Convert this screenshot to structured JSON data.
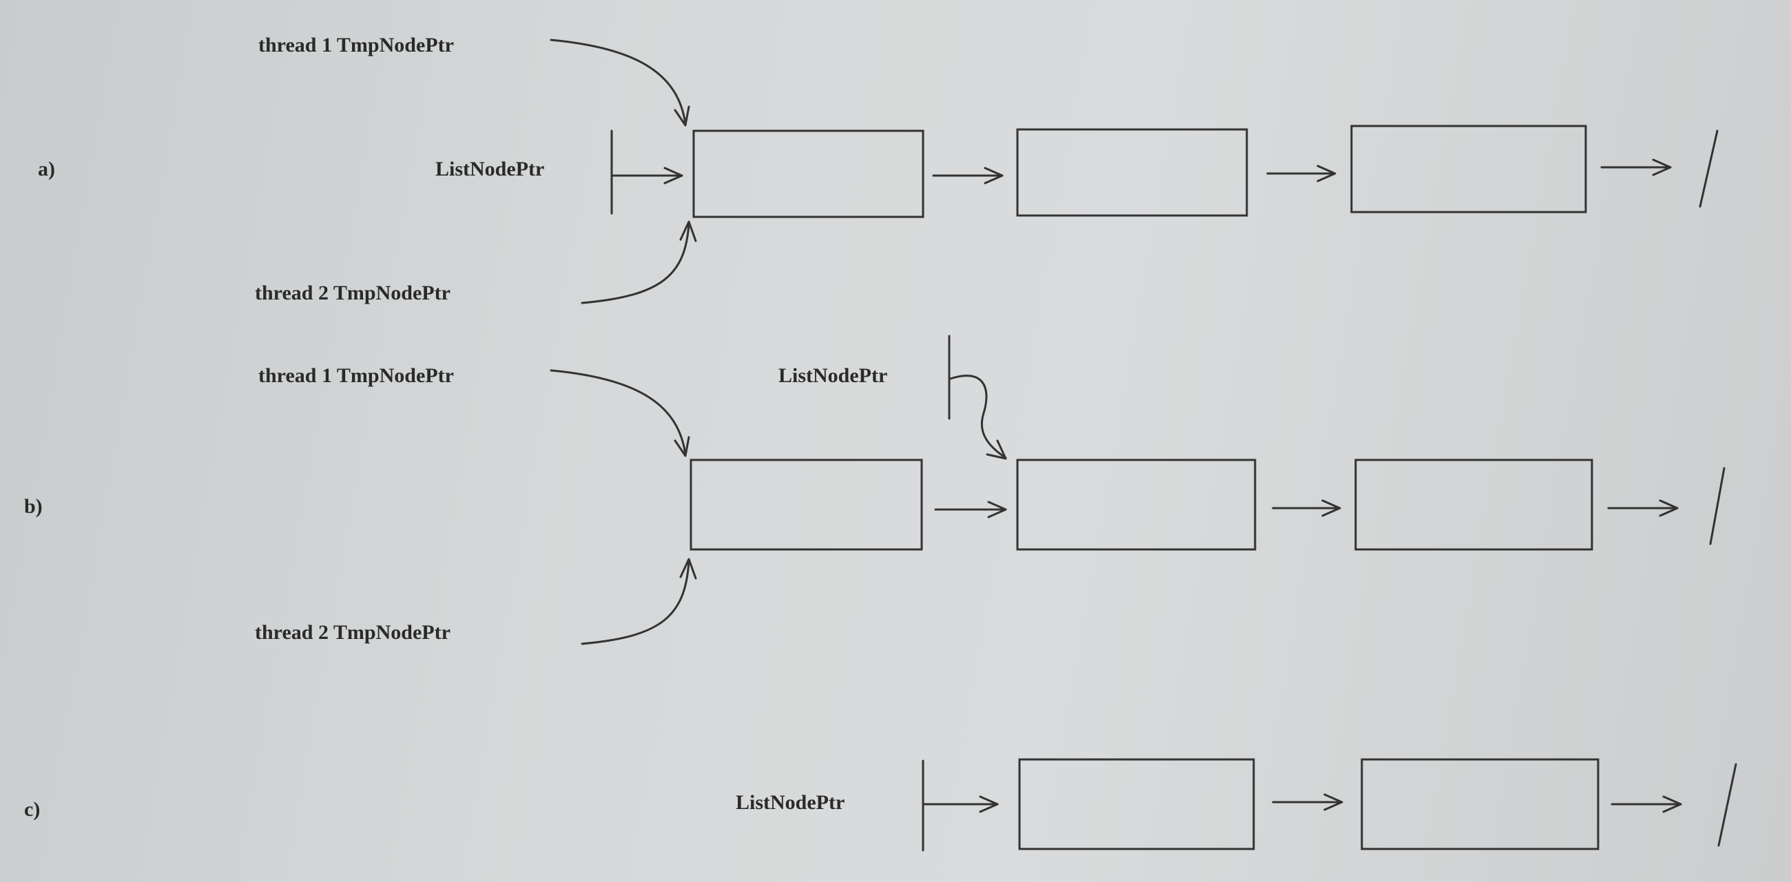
{
  "diagram": {
    "panels": [
      {
        "label": "a)",
        "thread1_label": "thread 1  TmpNodePtr",
        "thread2_label": "thread 2  TmpNodePtr",
        "list_label": "ListNodePtr"
      },
      {
        "label": "b)",
        "thread1_label": "thread 1  TmpNodePtr",
        "thread2_label": "thread 2  TmpNodePtr",
        "list_label": "ListNodePtr"
      },
      {
        "label": "c)",
        "list_label": "ListNodePtr"
      }
    ],
    "colors": {
      "ink": "#333333",
      "paper": "#d6d8d9"
    }
  }
}
